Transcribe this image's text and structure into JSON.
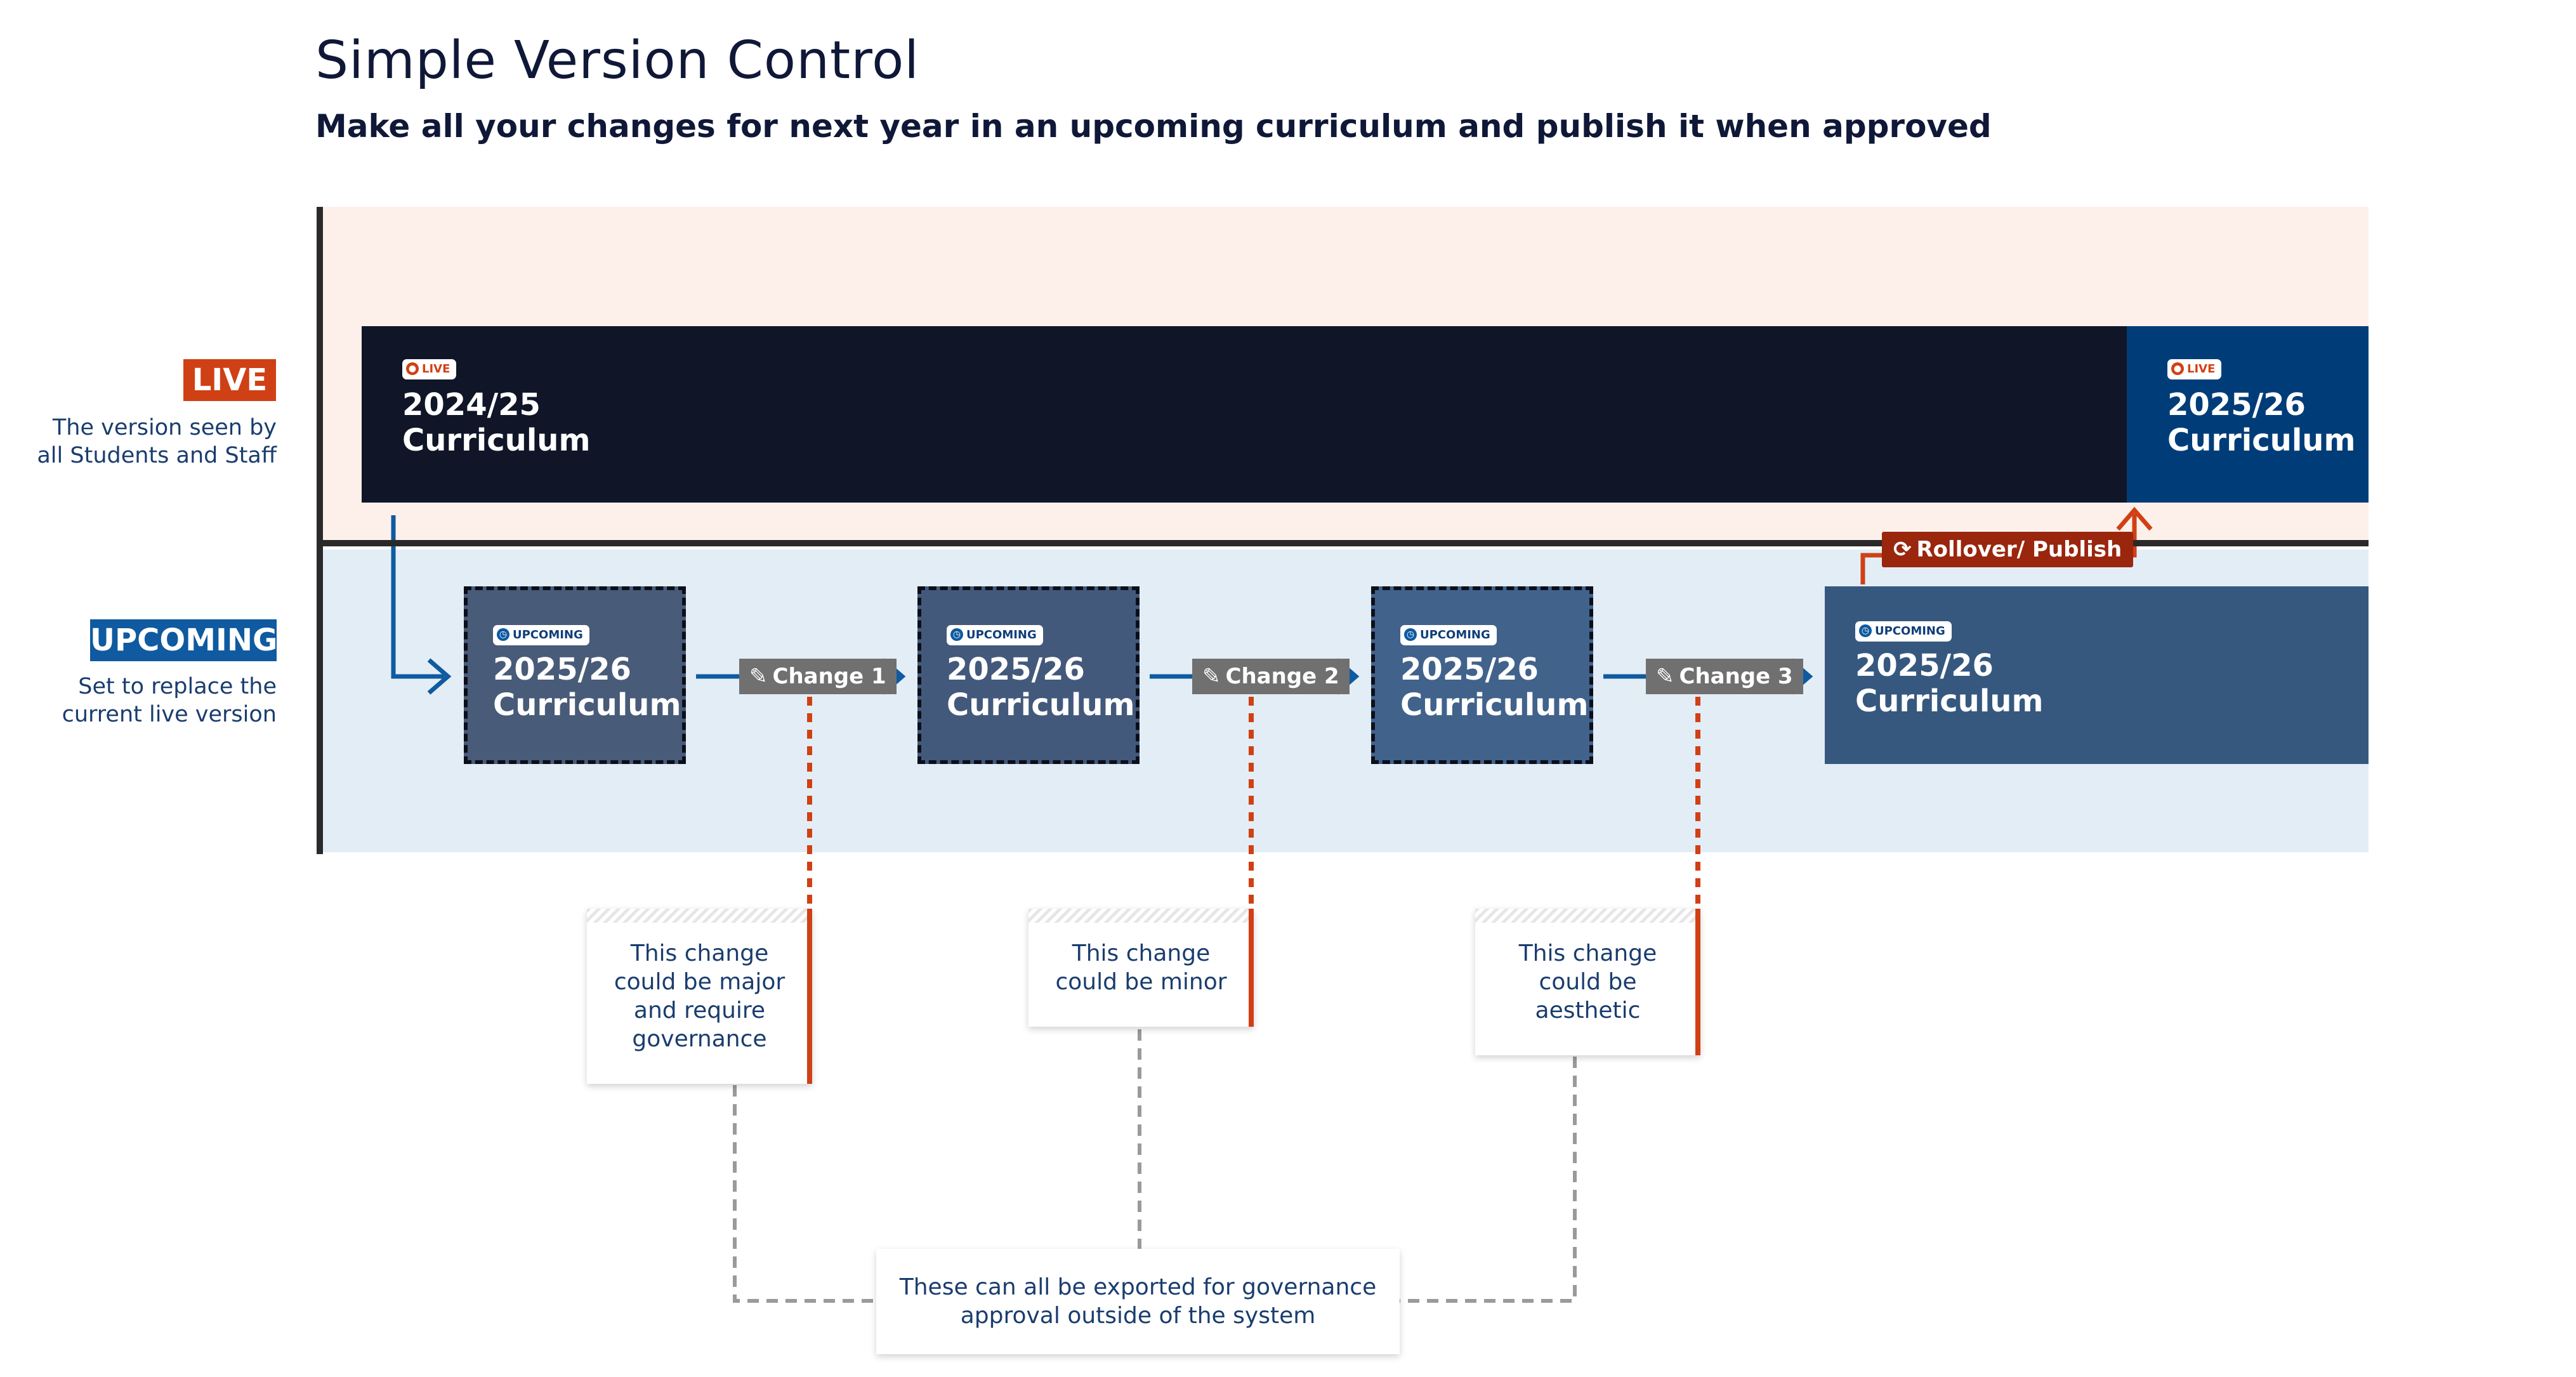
{
  "title": "Simple Version Control",
  "subtitle": "Make all your changes for next year in an upcoming curriculum and publish it when approved",
  "lanes": {
    "live": {
      "tag": "LIVE",
      "desc1": "The version seen by",
      "desc2": "all Students and Staff"
    },
    "upcoming": {
      "tag": "UPCOMING",
      "desc1": "Set to replace the",
      "desc2": "current live version"
    }
  },
  "badges": {
    "live": "LIVE",
    "upcoming": "UPCOMING"
  },
  "live_versions": [
    {
      "year": "2024/25",
      "name": "Curriculum"
    },
    {
      "year": "2025/26",
      "name": "Curriculum"
    }
  ],
  "upcoming_versions": [
    {
      "year": "2025/26",
      "name": "Curriculum"
    },
    {
      "year": "2025/26",
      "name": "Curriculum"
    },
    {
      "year": "2025/26",
      "name": "Curriculum"
    },
    {
      "year": "2025/26",
      "name": "Curriculum"
    }
  ],
  "changes": [
    "Change 1",
    "Change 2",
    "Change 3"
  ],
  "rollover_label": "Rollover/ Publish",
  "notes": [
    {
      "lines": [
        "This change",
        "could be major",
        "and require",
        "governance"
      ]
    },
    {
      "lines": [
        "This change",
        "could be minor"
      ]
    },
    {
      "lines": [
        "This change",
        "could be",
        "aesthetic"
      ]
    }
  ],
  "export_note": {
    "line1": "These can all be exported for governance",
    "line2": "approval outside of the system"
  },
  "colors": {
    "live_accent": "#d04015",
    "upcoming_accent": "#0f5aa0",
    "live_band": "#fdf0eb",
    "upcoming_band": "#e3edf5",
    "live_bar": "#101628",
    "rollover": "#99260d",
    "change_tag": "#707070"
  },
  "icons": {
    "live_badge": "record-icon",
    "upcoming_badge": "clock-icon",
    "change": "pencil-icon",
    "rollover": "sync-icon"
  }
}
